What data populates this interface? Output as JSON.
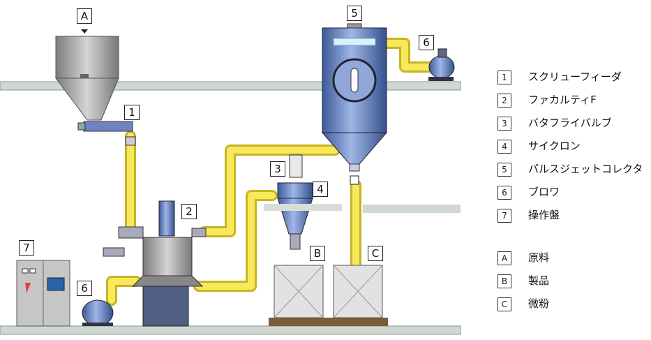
{
  "diagram": {
    "tags": {
      "A": "A",
      "n1": "1",
      "n2": "2",
      "n3": "3",
      "n4": "4",
      "n5": "5",
      "n6a": "6",
      "n6b": "6",
      "n7": "7",
      "B": "B",
      "C": "C"
    },
    "legend": [
      {
        "key": "1",
        "label": "スクリューフィーダ"
      },
      {
        "key": "2",
        "label": "ファカルティF"
      },
      {
        "key": "3",
        "label": "バタフライバルブ"
      },
      {
        "key": "4",
        "label": "サイクロン"
      },
      {
        "key": "5",
        "label": "パルスジェットコレクタ"
      },
      {
        "key": "6",
        "label": "ブロワ"
      },
      {
        "key": "7",
        "label": "操作盤"
      }
    ],
    "legend_materials": [
      {
        "key": "A",
        "label": "原料"
      },
      {
        "key": "B",
        "label": "製品"
      },
      {
        "key": "C",
        "label": "微粉"
      }
    ],
    "colors": {
      "pipe": "#f4e34a",
      "equipment_blue": "#5d7ab8",
      "hopper_gray": "#a8a8a8",
      "floor": "#c8d2cc"
    }
  }
}
